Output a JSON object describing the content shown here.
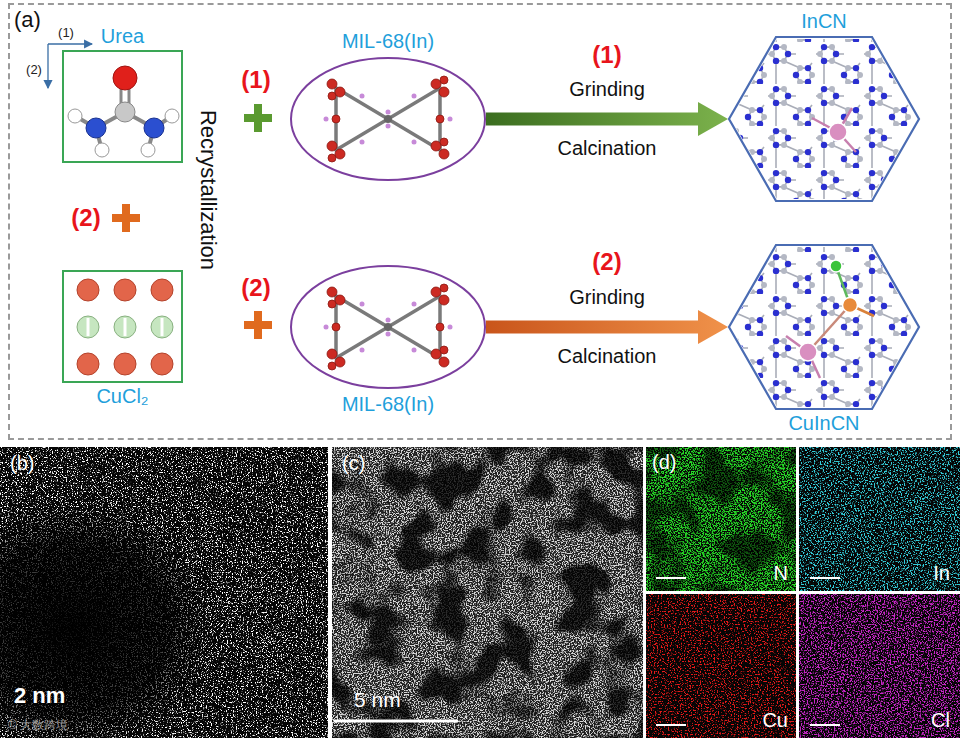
{
  "diagram": {
    "nodes": [
      {
        "text": [
          "(a)"
        ]
      },
      {
        "text": [
          "Urea"
        ],
        "in": 0
      },
      {
        "text": [
          "CuCl₂"
        ],
        "in": 0
      },
      {
        "text": [
          "MIL-68(In)"
        ],
        "in": 0
      },
      {
        "text": [
          "MIL-68(In)"
        ],
        "in": 0
      },
      {
        "text": [
          "InCN"
        ],
        "in": 0
      },
      {
        "text": [
          "CuInCN"
        ],
        "in": 0
      },
      {
        "text": [
          "(b)",
          "2 nm"
        ]
      },
      {
        "text": [
          "(c)",
          "5 nm"
        ]
      },
      {
        "text": [
          "(d)",
          "N"
        ]
      },
      {
        "text": [
          "In"
        ]
      },
      {
        "text": [
          "Cu"
        ]
      },
      {
        "text": [
          "Cl"
        ]
      }
    ],
    "edges": [
      {
        "from": 3,
        "to": 5,
        "arrow": "to",
        "label": "Grinding"
      },
      {
        "from": 4,
        "to": 6,
        "arrow": "to",
        "label": "Grinding"
      }
    ],
    "labels": [
      "(1)",
      "(2)",
      "(2)",
      "Recrystallization",
      "(1)",
      "(2)",
      "(1)",
      "Calcination",
      "(2)",
      "Calcination",
      "© 大数跨境"
    ]
  }
}
